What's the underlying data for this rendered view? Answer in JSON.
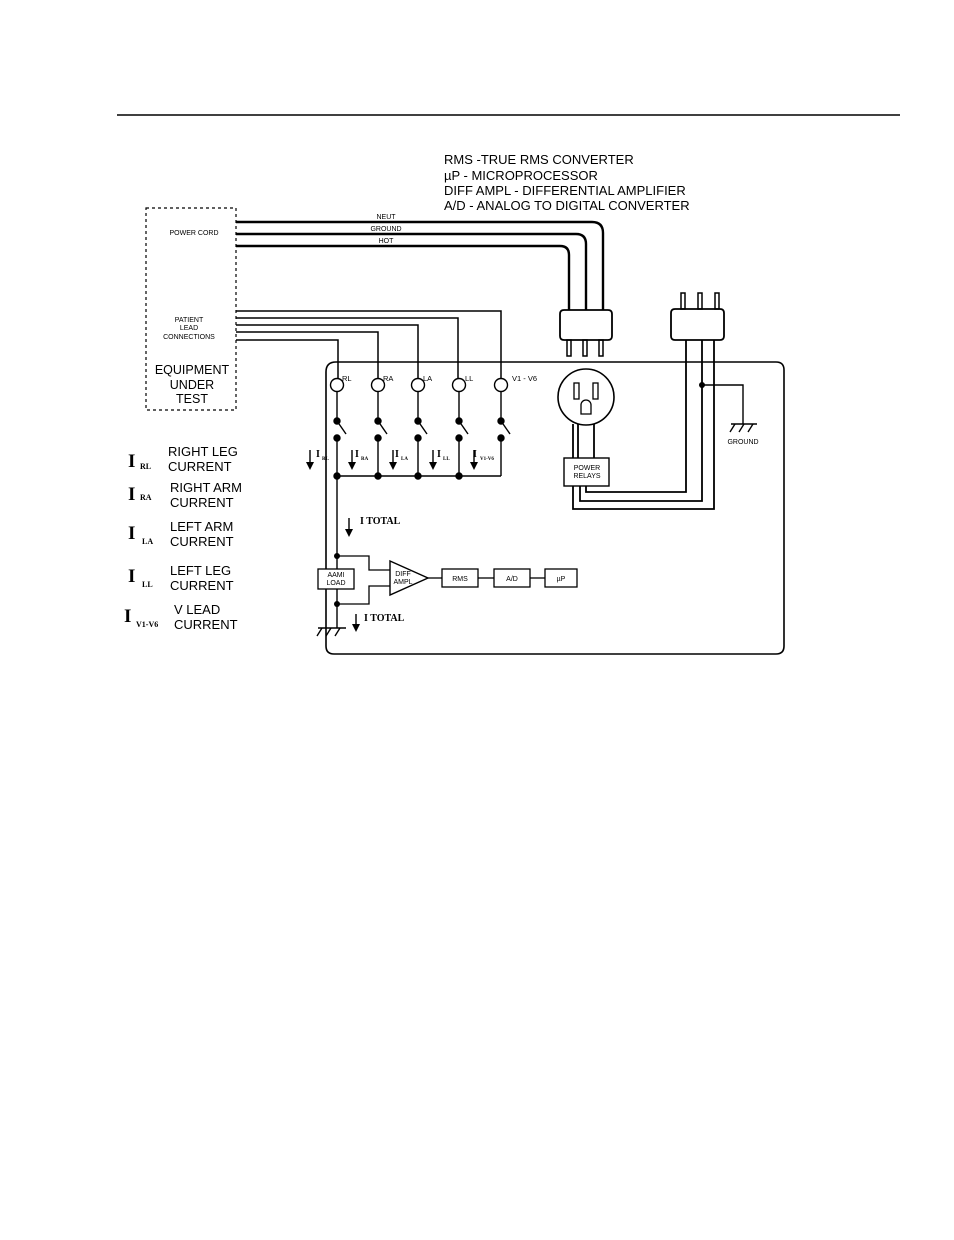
{
  "abbreviations": [
    "RMS -TRUE RMS CONVERTER",
    "µP - MICROPROCESSOR",
    "DIFF AMPL - DIFFERENTIAL AMPLIFIER",
    "A/D - ANALOG TO DIGITAL CONVERTER"
  ],
  "eut": {
    "power_cord": "POWER CORD",
    "patient_lead_lines": [
      "PATIENT",
      "LEAD",
      "CONNECTIONS"
    ],
    "title_lines": [
      "EQUIPMENT",
      "UNDER",
      "TEST"
    ]
  },
  "wires": {
    "neut": "NEUT",
    "ground": "GROUND",
    "hot": "HOT"
  },
  "leads": [
    "RL",
    "RA",
    "LA",
    "LL",
    "V1 - V6"
  ],
  "current_subscripts": [
    "RL",
    "RA",
    "LA",
    "LL",
    "V1-V6"
  ],
  "current_symbol": "I",
  "i_total": "I TOTAL",
  "blocks": {
    "aami_load_lines": [
      "AAMI",
      "LOAD"
    ],
    "diff_ampl_lines": [
      "DIFF",
      "AMPL"
    ],
    "rms": "RMS",
    "ad": "A/D",
    "up": "µP",
    "power_relays_lines": [
      "POWER",
      "RELAYS"
    ]
  },
  "ground_label": "GROUND",
  "legend": [
    {
      "subscript": "RL",
      "lines": [
        "RIGHT LEG",
        "CURRENT"
      ]
    },
    {
      "subscript": "RA",
      "lines": [
        "RIGHT ARM",
        "CURRENT"
      ]
    },
    {
      "subscript": "LA",
      "lines": [
        "LEFT ARM",
        "CURRENT"
      ]
    },
    {
      "subscript": "LL",
      "lines": [
        "LEFT LEG",
        "CURRENT"
      ]
    },
    {
      "subscript": "V1-V6",
      "lines": [
        "V LEAD",
        "CURRENT"
      ]
    }
  ]
}
